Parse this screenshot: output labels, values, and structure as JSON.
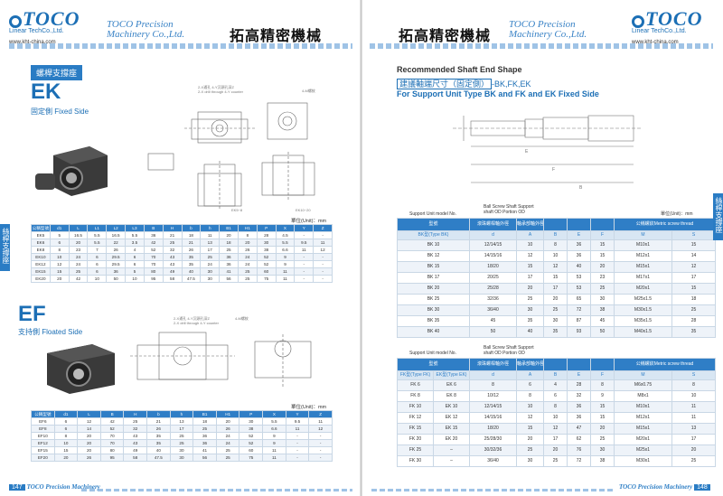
{
  "header": {
    "logo_text": "TOCO",
    "logo_sub": "Linear TechCo.,Ltd.",
    "url": "www.kht-china.com",
    "company_en_1": "TOCO Precision",
    "company_en_2": "Machinery Co.,Ltd.",
    "company_cn": "拓高精密機械"
  },
  "left": {
    "tag": "螺桿支撐座",
    "ek": {
      "code": "EK",
      "subtitle": "固定側 Fixed Side",
      "unit": "單位(Unit)：mm",
      "headers": [
        "公稱型號",
        "d1",
        "L",
        "L1",
        "L2",
        "L3",
        "B",
        "H",
        "b",
        "h",
        "B1",
        "H1",
        "P",
        "X",
        "Y",
        "Z"
      ],
      "rows": [
        [
          "EK5",
          "5",
          "16.5",
          "5.5",
          "16.5",
          "5.5",
          "36",
          "21",
          "18",
          "11",
          "20",
          "8",
          "28",
          "4.5",
          "-",
          "-"
        ],
        [
          "EK6",
          "6",
          "20",
          "5.5",
          "22",
          "3.5",
          "42",
          "25",
          "21",
          "13",
          "18",
          "20",
          "30",
          "5.5",
          "9.5",
          "11"
        ],
        [
          "EK8",
          "8",
          "23",
          "7",
          "26",
          "4",
          "52",
          "32",
          "26",
          "17",
          "25",
          "26",
          "38",
          "6.6",
          "11",
          "12"
        ],
        [
          "EK10",
          "10",
          "24",
          "6",
          "29.5",
          "6",
          "70",
          "43",
          "35",
          "25",
          "36",
          "24",
          "52",
          "9",
          "-",
          "-"
        ],
        [
          "EK12",
          "12",
          "24",
          "6",
          "29.5",
          "6",
          "70",
          "43",
          "35",
          "24",
          "36",
          "24",
          "52",
          "9",
          "-",
          "-"
        ],
        [
          "EK15",
          "15",
          "25",
          "6",
          "36",
          "5",
          "80",
          "49",
          "40",
          "30",
          "41",
          "25",
          "60",
          "11",
          "-",
          "-"
        ],
        [
          "EK20",
          "20",
          "42",
          "10",
          "50",
          "10",
          "95",
          "58",
          "47.5",
          "30",
          "56",
          "25",
          "75",
          "11",
          "-",
          "-"
        ]
      ]
    },
    "ef": {
      "code": "EF",
      "subtitle": "支持側 Floated Side",
      "unit": "單位(Unit)：mm",
      "headers": [
        "公稱型號",
        "d1",
        "L",
        "B",
        "H",
        "b",
        "h",
        "B1",
        "H1",
        "P",
        "X",
        "Y",
        "Z"
      ],
      "rows": [
        [
          "EF6",
          "6",
          "12",
          "42",
          "25",
          "21",
          "13",
          "18",
          "20",
          "30",
          "5.5",
          "9.5",
          "11"
        ],
        [
          "EF8",
          "6",
          "14",
          "52",
          "32",
          "26",
          "17",
          "25",
          "26",
          "38",
          "6.6",
          "11",
          "12"
        ],
        [
          "EF10",
          "8",
          "20",
          "70",
          "43",
          "35",
          "25",
          "36",
          "24",
          "52",
          "9",
          "-",
          "-"
        ],
        [
          "EF12",
          "10",
          "20",
          "70",
          "43",
          "35",
          "25",
          "36",
          "24",
          "52",
          "9",
          "-",
          "-"
        ],
        [
          "EF15",
          "15",
          "20",
          "80",
          "49",
          "40",
          "30",
          "41",
          "25",
          "60",
          "11",
          "-",
          "-"
        ],
        [
          "EF20",
          "20",
          "26",
          "95",
          "58",
          "47.5",
          "30",
          "56",
          "25",
          "75",
          "11",
          "-",
          "-"
        ]
      ]
    },
    "footer_page": "147",
    "footer_name": "TOCO Precision Machinery"
  },
  "right": {
    "title_en": "Recommended Shaft End Shape",
    "title_cn": "建議軸端尺寸（固定側）",
    "title_suffix": "-BK,FK,EK",
    "title_en2": "For Support Unit Type BK and FK and EK Fixed Side",
    "bk": {
      "cap_model": "Support Unit model No.",
      "cap_od": "Ball Screw Shaft Support",
      "cap_od2": "shaft OD   Portion OD",
      "unit": "單位(Unit)：mm",
      "h1": "型號",
      "h2": "滾珠螺桿軸外徑",
      "h3": "軸承部軸外徑",
      "h4": "公稱螺紋Metric screw thread",
      "sub": [
        "BK型(Type BK)",
        "d",
        "A",
        "B",
        "E",
        "F",
        "M",
        "S"
      ],
      "rows": [
        [
          "BK 10",
          "12/14/15",
          "10",
          "8",
          "36",
          "15",
          "M10x1",
          "15"
        ],
        [
          "BK 12",
          "14/15/16",
          "12",
          "10",
          "36",
          "15",
          "M12x1",
          "14"
        ],
        [
          "BK 15",
          "18/20",
          "15",
          "12",
          "40",
          "20",
          "M15x1",
          "12"
        ],
        [
          "BK 17",
          "20/25",
          "17",
          "15",
          "53",
          "23",
          "M17x1",
          "17"
        ],
        [
          "BK 20",
          "25/28",
          "20",
          "17",
          "53",
          "25",
          "M20x1",
          "15"
        ],
        [
          "BK 25",
          "32/36",
          "25",
          "20",
          "65",
          "30",
          "M25x1.5",
          "18"
        ],
        [
          "BK 30",
          "36/40",
          "30",
          "25",
          "72",
          "38",
          "M30x1.5",
          "25"
        ],
        [
          "BK 35",
          "45",
          "35",
          "30",
          "87",
          "45",
          "M35x1.5",
          "28"
        ],
        [
          "BK 40",
          "50",
          "40",
          "35",
          "93",
          "50",
          "M40x1.5",
          "35"
        ]
      ]
    },
    "fk": {
      "cap_model": "Support Unit model No.",
      "cap_od": "Ball Screw Shaft Support",
      "cap_od2": "shaft OD   Portion OD",
      "h1": "型號",
      "h2": "滾珠螺桿軸外徑",
      "h3": "軸承部軸外徑",
      "h4": "公稱螺紋Metric screw thread",
      "sub": [
        "FK型(Type FK)",
        "EK型(Type EK)",
        "d",
        "A",
        "B",
        "E",
        "F",
        "M",
        "S"
      ],
      "rows": [
        [
          "FK 6",
          "EK 6",
          "8",
          "6",
          "4",
          "28",
          "8",
          "M6x0.75",
          "8"
        ],
        [
          "FK 8",
          "EK 8",
          "10/12",
          "8",
          "6",
          "32",
          "9",
          "M8x1",
          "10"
        ],
        [
          "FK 10",
          "EK 10",
          "12/14/15",
          "10",
          "8",
          "36",
          "15",
          "M10x1",
          "11"
        ],
        [
          "FK 12",
          "EK 12",
          "14/15/16",
          "12",
          "10",
          "36",
          "15",
          "M12x1",
          "11"
        ],
        [
          "FK 15",
          "EK 15",
          "18/20",
          "15",
          "12",
          "47",
          "20",
          "M15x1",
          "13"
        ],
        [
          "FK 20",
          "EK 20",
          "25/28/30",
          "20",
          "17",
          "62",
          "25",
          "M20x1",
          "17"
        ],
        [
          "FK 25",
          "–",
          "30/32/36",
          "25",
          "20",
          "76",
          "30",
          "M25x1",
          "20"
        ],
        [
          "FK 30",
          "–",
          "36/40",
          "30",
          "25",
          "72",
          "38",
          "M30x1",
          "25"
        ]
      ]
    },
    "side_text": "絲桿支撐座",
    "footer_name": "TOCO Precision Machinery",
    "footer_page": "148"
  },
  "colors": {
    "brand": "#1c6fb5",
    "header_bg": "#2f7ec6",
    "row_alt": "#eef3f9"
  }
}
